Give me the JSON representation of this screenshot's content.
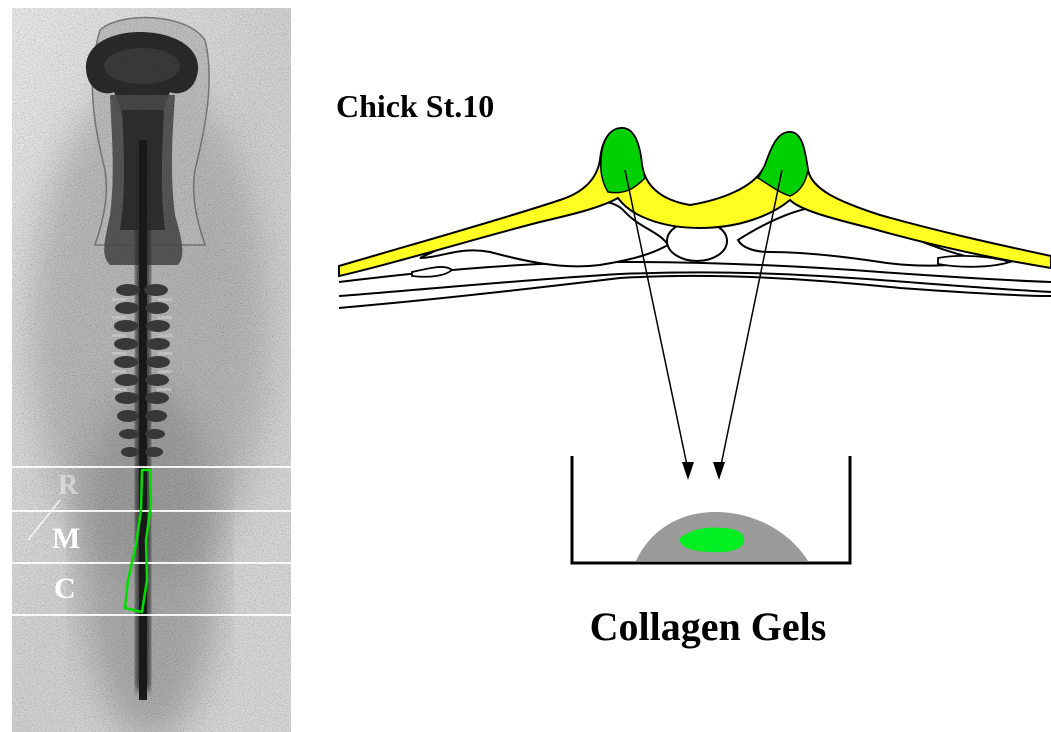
{
  "figure": {
    "title": "Chick St.10",
    "region_labels": [
      "R",
      "M",
      "C"
    ],
    "gel_label": "Collagen Gels",
    "colors": {
      "neural_plate": "#ffff22",
      "neural_crest": "#00d000",
      "gel": "#9a9a9a",
      "explant": "#00ee22",
      "region_lines": "#ffffff",
      "ink": "#000000"
    }
  }
}
